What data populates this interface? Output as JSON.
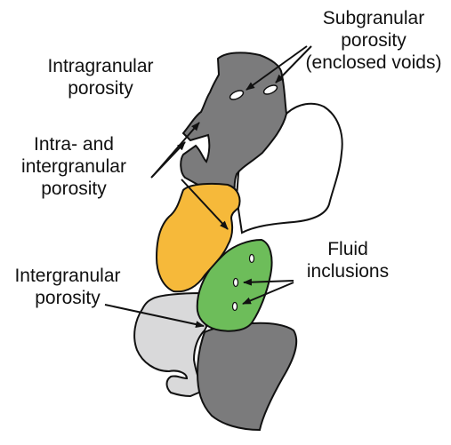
{
  "colors": {
    "dark_grain": "#7b7b7c",
    "orange_grain": "#f6b93a",
    "green_grain": "#6dbd5a",
    "light_grain": "#d9d9da",
    "white_grain": "#ffffff",
    "outline": "#111111",
    "arrow": "#111111"
  },
  "labels": {
    "subgranular": {
      "line1": "Subgranular",
      "line2": "porosity",
      "line3": "(enclosed voids)"
    },
    "intragranular": {
      "line1": "Intragranular",
      "line2": "porosity"
    },
    "intra_inter": {
      "line1": "Intra- and",
      "line2": "intergranular",
      "line3": "porosity"
    },
    "fluid": {
      "line1": "Fluid",
      "line2": "inclusions"
    },
    "intergranular": {
      "line1": "Intergranular",
      "line2": "porosity"
    }
  }
}
